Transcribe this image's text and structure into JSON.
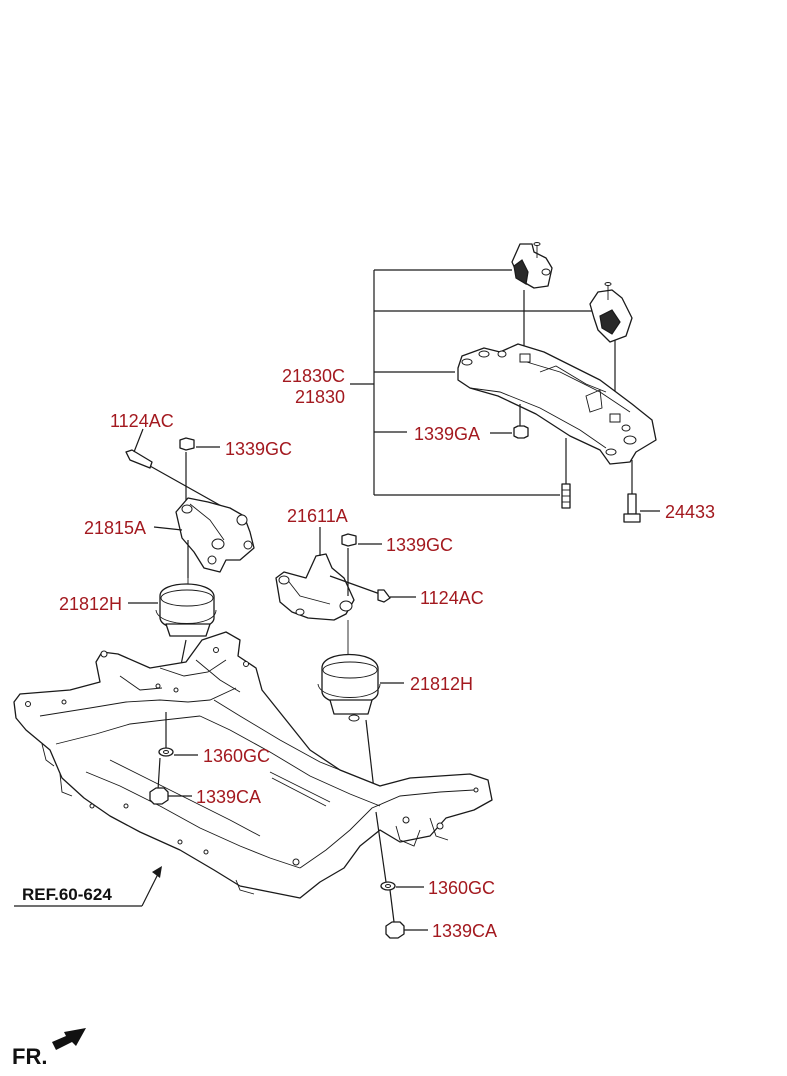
{
  "labels": {
    "transmission_mount_bracket": "21830C",
    "transmission_mount_bracket_alt": "21830",
    "bolt_1124ac_left": "1124AC",
    "nut_1339gc_left": "1339GC",
    "engine_mount_bracket_left": "21815A",
    "insulator_left": "21812H",
    "engine_mount_bracket_right": "21611A",
    "nut_1339gc_right": "1339GC",
    "bolt_1124ac_right": "1124AC",
    "insulator_right": "21812H",
    "nut_1339ga": "1339GA",
    "bolt_24433": "24433",
    "washer_1360gc_left": "1360GC",
    "nut_1339ca_left": "1339CA",
    "washer_1360gc_right": "1360GC",
    "nut_1339ca_right": "1339CA"
  },
  "reference": "REF.60-624",
  "front_indicator": {
    "label": "FR.",
    "icon": "front-direction-arrow-icon"
  },
  "colors": {
    "label": "#a3191f",
    "line": "#1a1a1a",
    "background": "#ffffff"
  }
}
